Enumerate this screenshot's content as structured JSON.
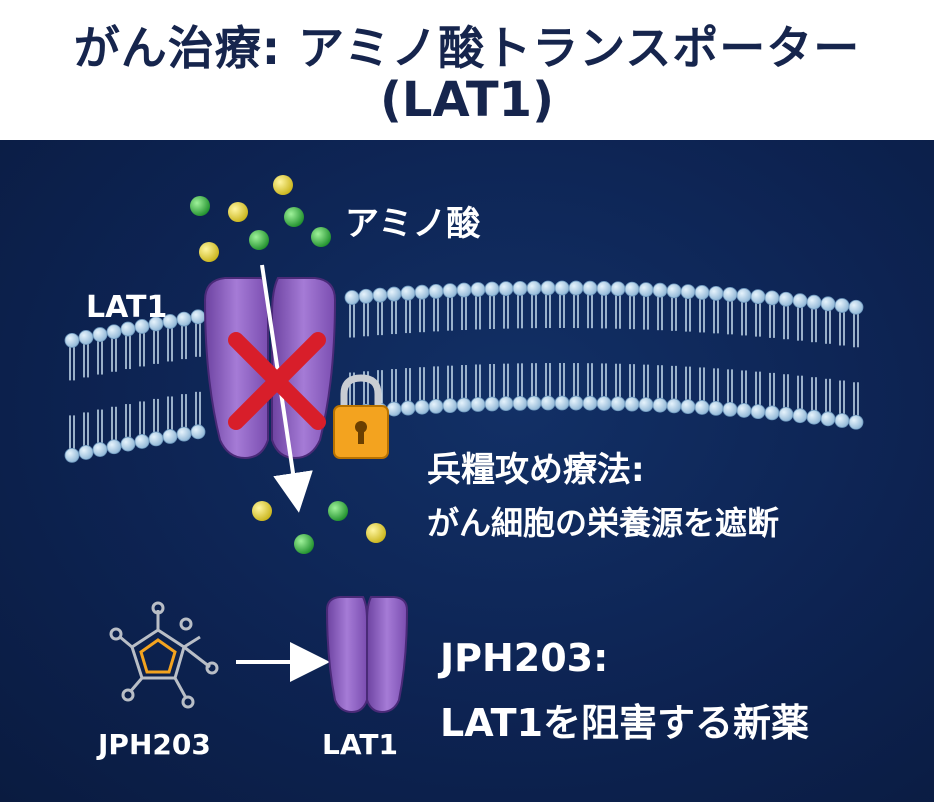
{
  "header": {
    "title_line1": "がん治療: アミノ酸トランスポーター",
    "title_line2": "(LAT1)"
  },
  "diagram": {
    "amino_acid_label": "アミノ酸",
    "lat1_label_top": "LAT1",
    "strategy_heading": "兵糧攻め療法:",
    "strategy_subtext": "がん細胞の栄養源を遮断",
    "drug_heading": "JPH203:",
    "drug_subtext": "LAT1を阻害する新薬",
    "jph203_label_bottom": "JPH203",
    "lat1_label_bottom": "LAT1"
  },
  "icons": {
    "block": "red-x-icon",
    "lock": "padlock-icon",
    "arrow": "arrow-icon",
    "molecule": "molecule-icon",
    "transporter": "transporter-protein-icon"
  },
  "colors": {
    "title": "#16254d",
    "background": "#0d2352",
    "membrane": "#a8cbe4",
    "transporter": "#9466c4",
    "cross": "#d81e2a",
    "lock": "#f3a31f",
    "amino_green": "#2fae3e",
    "amino_yellow": "#e6d332"
  }
}
